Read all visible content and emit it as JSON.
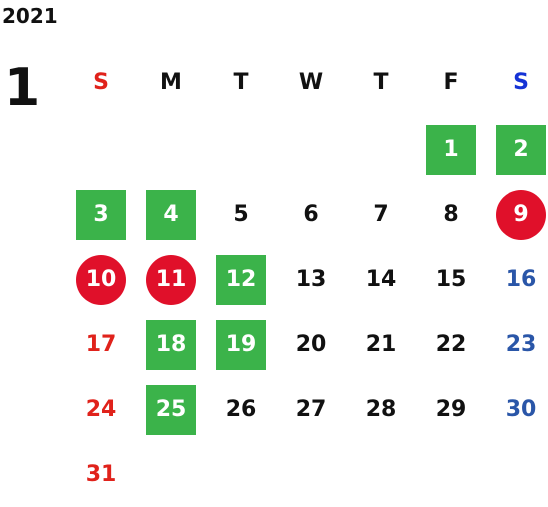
{
  "year": "2021",
  "month": "1",
  "colors": {
    "sunday": "#e0221b",
    "saturday": "#2a56a8",
    "saturday_header": "#1533d6",
    "weekday": "#111111",
    "green_box": "#3bb34a",
    "red_circle": "#e0102a"
  },
  "weekdays": [
    "S",
    "M",
    "T",
    "W",
    "T",
    "F",
    "S"
  ],
  "days": [
    {
      "label": "1",
      "row": 0,
      "col": 5,
      "style": "green"
    },
    {
      "label": "2",
      "row": 0,
      "col": 6,
      "style": "green"
    },
    {
      "label": "3",
      "row": 1,
      "col": 0,
      "style": "green"
    },
    {
      "label": "4",
      "row": 1,
      "col": 1,
      "style": "green"
    },
    {
      "label": "5",
      "row": 1,
      "col": 2,
      "style": "plain"
    },
    {
      "label": "6",
      "row": 1,
      "col": 3,
      "style": "plain"
    },
    {
      "label": "7",
      "row": 1,
      "col": 4,
      "style": "plain"
    },
    {
      "label": "8",
      "row": 1,
      "col": 5,
      "style": "plain"
    },
    {
      "label": "9",
      "row": 1,
      "col": 6,
      "style": "red"
    },
    {
      "label": "10",
      "row": 2,
      "col": 0,
      "style": "red"
    },
    {
      "label": "11",
      "row": 2,
      "col": 1,
      "style": "red"
    },
    {
      "label": "12",
      "row": 2,
      "col": 2,
      "style": "green"
    },
    {
      "label": "13",
      "row": 2,
      "col": 3,
      "style": "plain"
    },
    {
      "label": "14",
      "row": 2,
      "col": 4,
      "style": "plain"
    },
    {
      "label": "15",
      "row": 2,
      "col": 5,
      "style": "plain"
    },
    {
      "label": "16",
      "row": 2,
      "col": 6,
      "style": "plain"
    },
    {
      "label": "17",
      "row": 3,
      "col": 0,
      "style": "plain"
    },
    {
      "label": "18",
      "row": 3,
      "col": 1,
      "style": "green"
    },
    {
      "label": "19",
      "row": 3,
      "col": 2,
      "style": "green"
    },
    {
      "label": "20",
      "row": 3,
      "col": 3,
      "style": "plain"
    },
    {
      "label": "21",
      "row": 3,
      "col": 4,
      "style": "plain"
    },
    {
      "label": "22",
      "row": 3,
      "col": 5,
      "style": "plain"
    },
    {
      "label": "23",
      "row": 3,
      "col": 6,
      "style": "plain"
    },
    {
      "label": "24",
      "row": 4,
      "col": 0,
      "style": "plain"
    },
    {
      "label": "25",
      "row": 4,
      "col": 1,
      "style": "green"
    },
    {
      "label": "26",
      "row": 4,
      "col": 2,
      "style": "plain"
    },
    {
      "label": "27",
      "row": 4,
      "col": 3,
      "style": "plain"
    },
    {
      "label": "28",
      "row": 4,
      "col": 4,
      "style": "plain"
    },
    {
      "label": "29",
      "row": 4,
      "col": 5,
      "style": "plain"
    },
    {
      "label": "30",
      "row": 4,
      "col": 6,
      "style": "plain"
    },
    {
      "label": "31",
      "row": 5,
      "col": 0,
      "style": "plain"
    }
  ]
}
